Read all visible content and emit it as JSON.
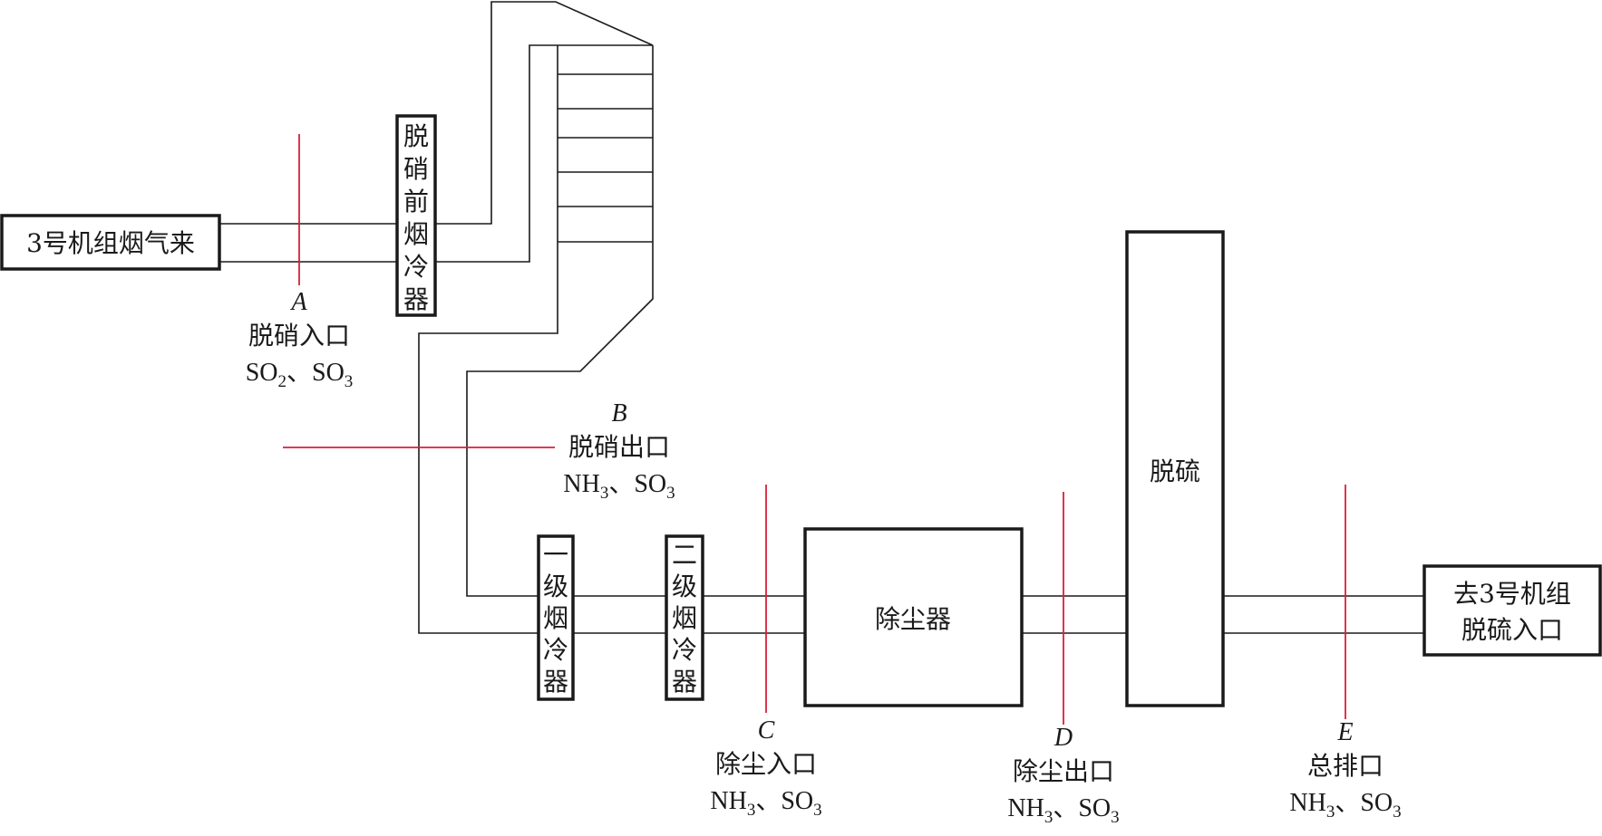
{
  "boxes": {
    "source": "3号机组烟气来",
    "pre_cooler": [
      "脱",
      "硝",
      "前",
      "烟",
      "冷",
      "器"
    ],
    "cooler1": [
      "一",
      "级",
      "烟",
      "冷",
      "器"
    ],
    "cooler2": [
      "二",
      "级",
      "烟",
      "冷",
      "器"
    ],
    "dust_collector": "除尘器",
    "desulfurization": "脱硫",
    "destination_line1": "去3号机组",
    "destination_line2": "脱硫入口"
  },
  "points": {
    "A": {
      "letter": "A",
      "name": "脱硝入口",
      "species": [
        [
          "SO",
          "2"
        ],
        [
          "SO",
          "3"
        ]
      ]
    },
    "B": {
      "letter": "B",
      "name": "脱硝出口",
      "species": [
        [
          "NH",
          "3"
        ],
        [
          "SO",
          "3"
        ]
      ]
    },
    "C": {
      "letter": "C",
      "name": "除尘入口",
      "species": [
        [
          "NH",
          "3"
        ],
        [
          "SO",
          "3"
        ]
      ]
    },
    "D": {
      "letter": "D",
      "name": "除尘出口",
      "species": [
        [
          "NH",
          "3"
        ],
        [
          "SO",
          "3"
        ]
      ]
    },
    "E": {
      "letter": "E",
      "name": "总排口",
      "species": [
        [
          "NH",
          "3"
        ],
        [
          "SO",
          "3"
        ]
      ]
    }
  },
  "separator": "、",
  "colors": {
    "line": "#1a1a1a",
    "probe": "#d8203a",
    "background": "#ffffff"
  }
}
